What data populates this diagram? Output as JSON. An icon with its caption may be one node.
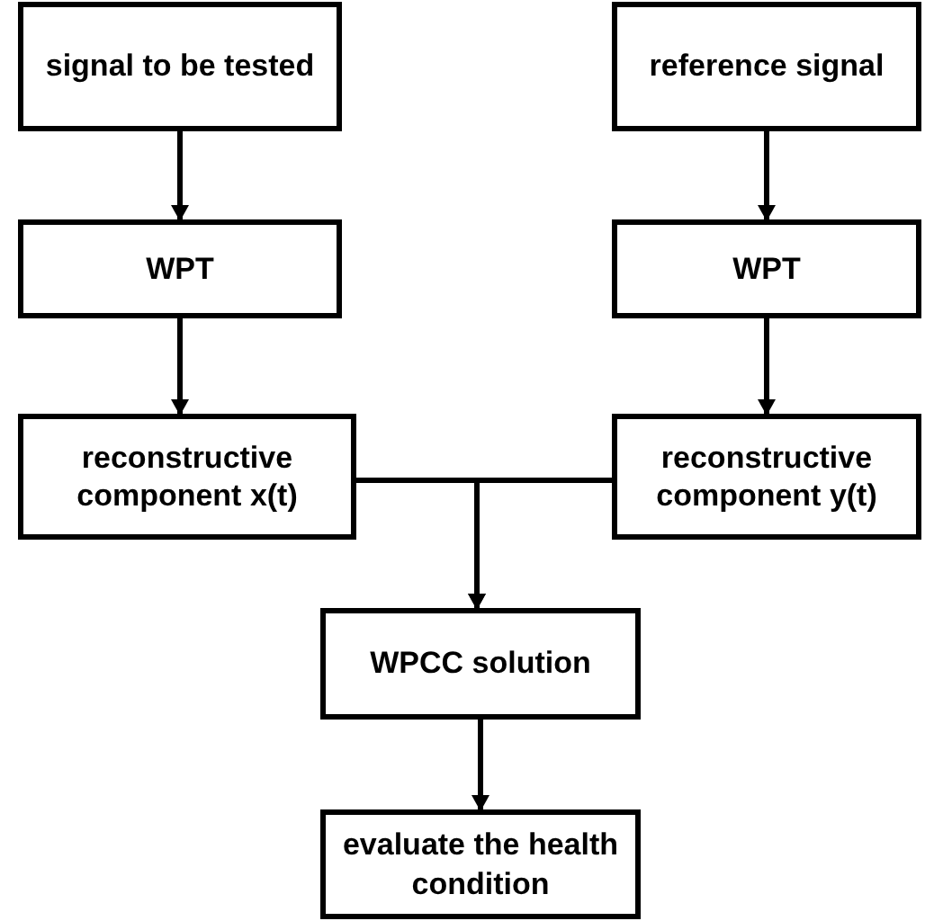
{
  "diagram": {
    "nodes": [
      {
        "text": [
          "signal to be tested"
        ]
      },
      {
        "text": [
          "reference signal"
        ]
      },
      {
        "text": [
          "WPT"
        ]
      },
      {
        "text": [
          "WPT"
        ]
      },
      {
        "text": [
          "reconstructive component x(t)"
        ]
      },
      {
        "text": [
          "reconstructive component y(t)"
        ]
      },
      {
        "text": [
          "WPCC solution"
        ]
      },
      {
        "text": [
          "evaluate the health condition"
        ]
      }
    ],
    "edges": [
      {
        "from": 0,
        "to": 2,
        "arrow": "to"
      },
      {
        "from": 1,
        "to": 3,
        "arrow": "to"
      },
      {
        "from": 2,
        "to": 4,
        "arrow": "to"
      },
      {
        "from": 3,
        "to": 5,
        "arrow": "to"
      },
      {
        "from": 4,
        "to": 6,
        "arrow": "to"
      },
      {
        "from": 5,
        "to": 6,
        "arrow": "to"
      },
      {
        "from": 6,
        "to": 7,
        "arrow": "to"
      }
    ]
  }
}
